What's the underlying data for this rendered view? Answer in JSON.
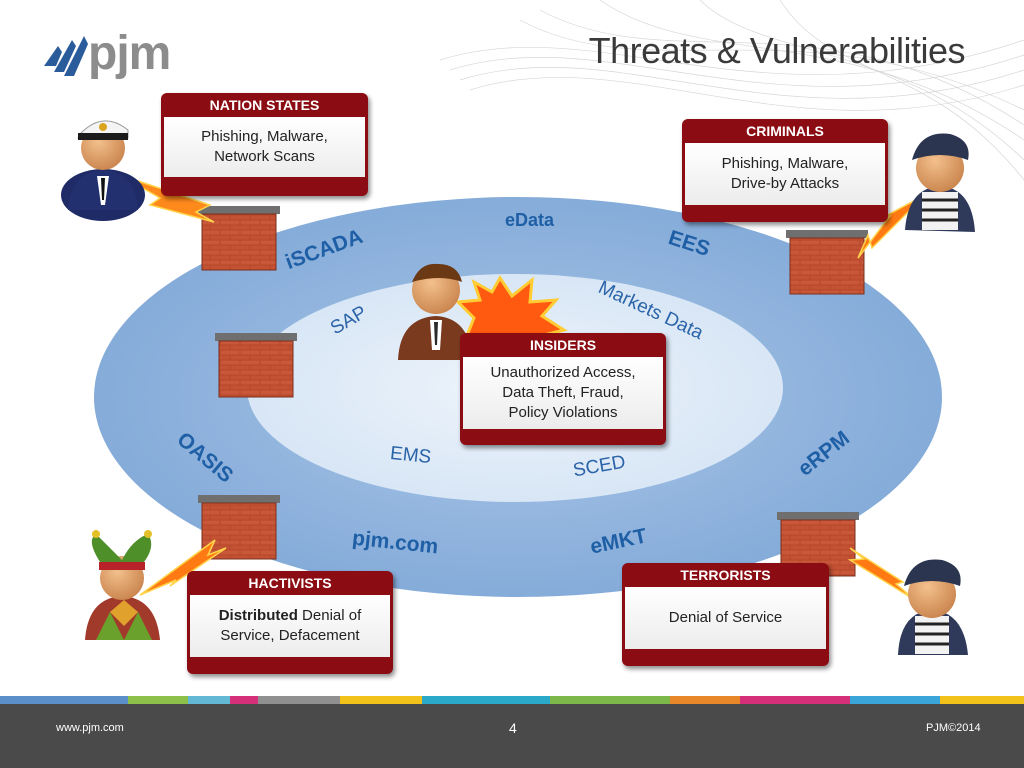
{
  "header": {
    "logo_text": "pjm",
    "title": "Threats & Vulnerabilities"
  },
  "outer_labels": {
    "edata": "eData",
    "ees": "EES",
    "iscada": "iSCADA",
    "oasis": "OASIS",
    "erpm": "eRPM",
    "pjm_com": "pjm.com",
    "emkt": "eMKT"
  },
  "inner_labels": {
    "sap": "SAP",
    "markets_data": "Markets Data",
    "ems": "EMS",
    "sced": "SCED"
  },
  "cards": {
    "nation_states": {
      "title": "NATION STATES",
      "line1": "Phishing, Malware,",
      "line2": "Network Scans"
    },
    "criminals": {
      "title": "CRIMINALS",
      "line1": "Phishing, Malware,",
      "line2": "Drive-by Attacks"
    },
    "insiders": {
      "title": "INSIDERS",
      "line1": "Unauthorized Access,",
      "line2": "Data Theft, Fraud,",
      "line3": "Policy Violations"
    },
    "hactivists": {
      "title": "HACTIVISTS",
      "line1_bold": "Distributed",
      "line1_rest": " Denial of",
      "line2": "Service, Defacement"
    },
    "terrorists": {
      "title": "TERRORISTS",
      "line1": "Denial of Service"
    }
  },
  "footer": {
    "website": "www.pjm.com",
    "page_number": "4",
    "copyright": "PJM©2014"
  },
  "colors": {
    "card_red": "#8b0c12",
    "outer_ring": "#8fb4dd",
    "inner_ring": "#dce9f6",
    "label_blue": "#2a63a8",
    "footer": "#4a4a4a"
  }
}
